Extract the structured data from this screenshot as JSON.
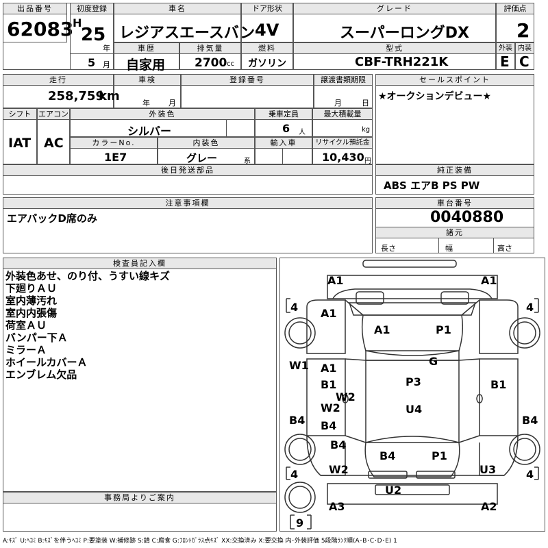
{
  "header": {
    "lot_no_label": "出品番号",
    "lot_no": "62083",
    "first_reg_label": "初度登録",
    "era": "H",
    "year": "25",
    "year_unit": "年",
    "month": "5",
    "month_unit": "月",
    "model_label": "車名",
    "model": "レジアスエースバン",
    "door_label": "ドア形状",
    "door": "4V",
    "grade_label": "グレード",
    "grade": "スーパーロングDX",
    "score_label": "評価点",
    "score": "2",
    "history_label": "車歴",
    "history": "自家用",
    "displacement_label": "排気量",
    "displacement": "2700",
    "displacement_unit": "cc",
    "fuel_label": "燃料",
    "fuel": "ガソリン",
    "model_code_label": "型式",
    "model_code": "CBF-TRH221K",
    "ext_label": "外装",
    "int_label": "内装",
    "ext": "E",
    "int": "C"
  },
  "row2": {
    "mileage_label": "走行",
    "mileage": "258,759",
    "mileage_unit": "km",
    "inspection_label": "車検",
    "insp_year": "年",
    "insp_month": "月",
    "reg_label": "登録番号",
    "deadline_label": "譲渡書類期限",
    "dl_month": "月",
    "dl_day": "日",
    "sales_label": "セールスポイント",
    "sales": "★オークションデビュー★"
  },
  "row3": {
    "shift_label": "シフト",
    "shift": "IAT",
    "ac_label": "エアコン",
    "ac": "AC",
    "color_label": "外装色",
    "color": "シルバー",
    "capacity_label": "乗車定員",
    "capacity": "6",
    "capacity_unit": "人",
    "load_label": "最大積載量",
    "load_unit": "kg",
    "color_no_label": "カラーNo.",
    "color_no": "1E7",
    "int_color_label": "内装色",
    "int_color": "グレー",
    "int_color_unit": "系",
    "import_label": "輸入車",
    "recycle_label": "リサイクル預託金",
    "recycle": "10,430",
    "recycle_unit": "円"
  },
  "parts_label": "後日発送部品",
  "equip_label": "純正装備",
  "equip": "ABS エアB PS PW",
  "notes_label": "注意事項欄",
  "notes": "エアバックD席のみ",
  "chassis_label": "車台番号",
  "chassis": "0040880",
  "dims_label": "諸元",
  "dim_len": "長さ",
  "dim_wid": "幅",
  "dim_hgt": "高さ",
  "inspector_label": "検査員記入欄",
  "inspector_lines": [
    "外装色あせ、のり付、うすい線キズ",
    "下廻りＡＵ",
    "室内薄汚れ",
    "室内内張傷",
    "荷室ＡＵ",
    "バンパー下Ａ",
    "ミラーＡ",
    "ホイールカバーＡ",
    "エンブレム欠品"
  ],
  "office_label": "事務局よりご案内",
  "legend": "A:ｷｽﾞ  U:ﾍｺﾐ  B:ｷｽﾞを伴うﾍｺﾐ  P:要塗装  W:補修跡  S:錆  C:腐食  G:ﾌﾛﾝﾄｶﾞﾗｽ点ｷｽﾞ  XX:交換済み  X:要交換   内･外装評価  5段階ﾗﾝｸ順(A･B･C･D･E) 1",
  "diagram": {
    "marks": {
      "a1_tl": "A1",
      "a1_tr": "A1",
      "a1_hood": "A1",
      "a1_roof": "A1",
      "p1_roof": "P1",
      "g": "G",
      "w1": "W1",
      "a1_side": "A1",
      "b1_l": "B1",
      "b1_r": "B1",
      "p3": "P3",
      "w2_a": "W2",
      "w2_b": "W2",
      "b4_l": "B4",
      "b4_r": "B4",
      "u4": "U4",
      "b4_c": "B4",
      "b4_ll": "B4",
      "b4_rear": "B4",
      "p1_rear": "P1",
      "w2_c": "W2",
      "u3": "U3",
      "u2": "U2",
      "a3": "A3",
      "a2": "A2",
      "tire_tl": "4",
      "tire_tr": "4",
      "tire_bl": "4",
      "tire_br": "4",
      "spare": "9"
    }
  }
}
